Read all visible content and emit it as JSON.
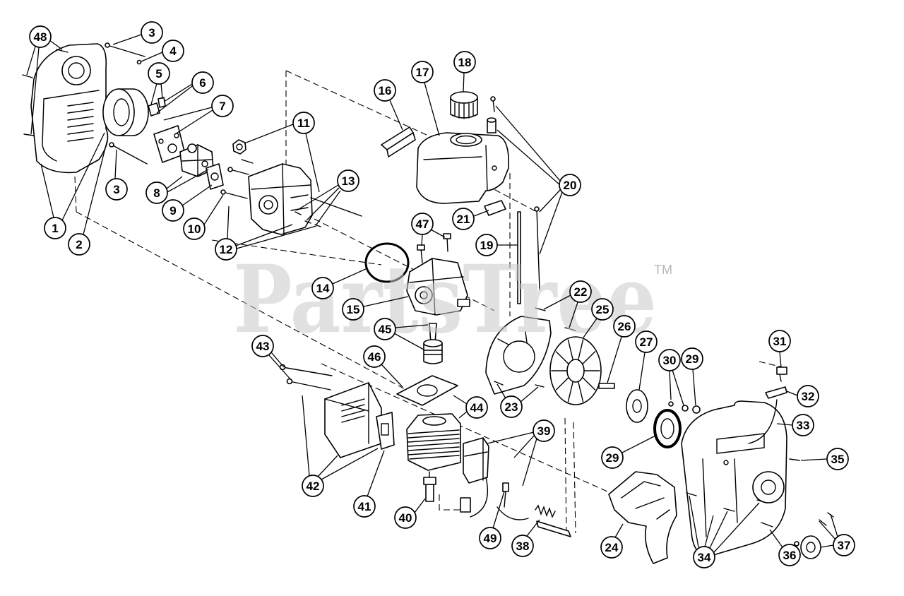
{
  "diagram": {
    "watermark": {
      "text": "PartsTree",
      "tm": "TM"
    },
    "callouts": [
      "48",
      "3",
      "4",
      "5",
      "6",
      "7",
      "11",
      "16",
      "17",
      "18",
      "20",
      "13",
      "8",
      "9",
      "10",
      "12",
      "3",
      "1",
      "2",
      "21",
      "19",
      "47",
      "14",
      "15",
      "22",
      "25",
      "26",
      "27",
      "45",
      "46",
      "43",
      "31",
      "30",
      "29",
      "32",
      "33",
      "23",
      "44",
      "39",
      "35",
      "29",
      "42",
      "41",
      "40",
      "49",
      "38",
      "24",
      "34",
      "36",
      "37"
    ]
  },
  "colors": {
    "line": "#000000",
    "watermark": "#c8c8c8",
    "background": "#ffffff"
  }
}
